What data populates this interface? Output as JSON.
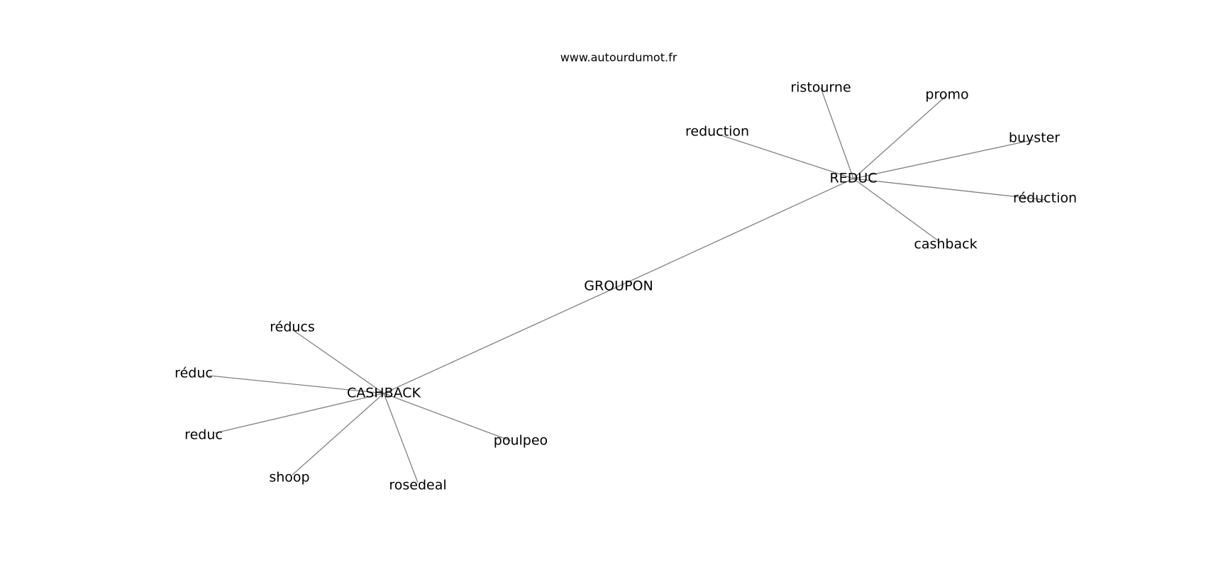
{
  "watermark": "www.autourdumot.fr",
  "colors": {
    "edge": "#808080",
    "text": "#000000",
    "background": "#ffffff"
  },
  "graph": {
    "nodes": [
      {
        "id": "GROUPON",
        "label": "GROUPON"
      },
      {
        "id": "REDUC",
        "label": "REDUC"
      },
      {
        "id": "CASHBACK",
        "label": "CASHBACK"
      },
      {
        "id": "ristourne",
        "label": "ristourne"
      },
      {
        "id": "promo",
        "label": "promo"
      },
      {
        "id": "reduction",
        "label": "reduction"
      },
      {
        "id": "buyster",
        "label": "buyster"
      },
      {
        "id": "réduction",
        "label": "réduction"
      },
      {
        "id": "cashback",
        "label": "cashback"
      },
      {
        "id": "réducs",
        "label": "réducs"
      },
      {
        "id": "réduc",
        "label": "réduc"
      },
      {
        "id": "reduc",
        "label": "reduc"
      },
      {
        "id": "shoop",
        "label": "shoop"
      },
      {
        "id": "rosedeal",
        "label": "rosedeal"
      },
      {
        "id": "poulpeo",
        "label": "poulpeo"
      }
    ],
    "edges": [
      {
        "source": "GROUPON",
        "target": "REDUC"
      },
      {
        "source": "GROUPON",
        "target": "CASHBACK"
      },
      {
        "source": "REDUC",
        "target": "ristourne"
      },
      {
        "source": "REDUC",
        "target": "promo"
      },
      {
        "source": "REDUC",
        "target": "reduction"
      },
      {
        "source": "REDUC",
        "target": "buyster"
      },
      {
        "source": "REDUC",
        "target": "réduction"
      },
      {
        "source": "REDUC",
        "target": "cashback"
      },
      {
        "source": "CASHBACK",
        "target": "réducs"
      },
      {
        "source": "CASHBACK",
        "target": "réduc"
      },
      {
        "source": "CASHBACK",
        "target": "reduc"
      },
      {
        "source": "CASHBACK",
        "target": "shoop"
      },
      {
        "source": "CASHBACK",
        "target": "rosedeal"
      },
      {
        "source": "CASHBACK",
        "target": "poulpeo"
      }
    ]
  }
}
